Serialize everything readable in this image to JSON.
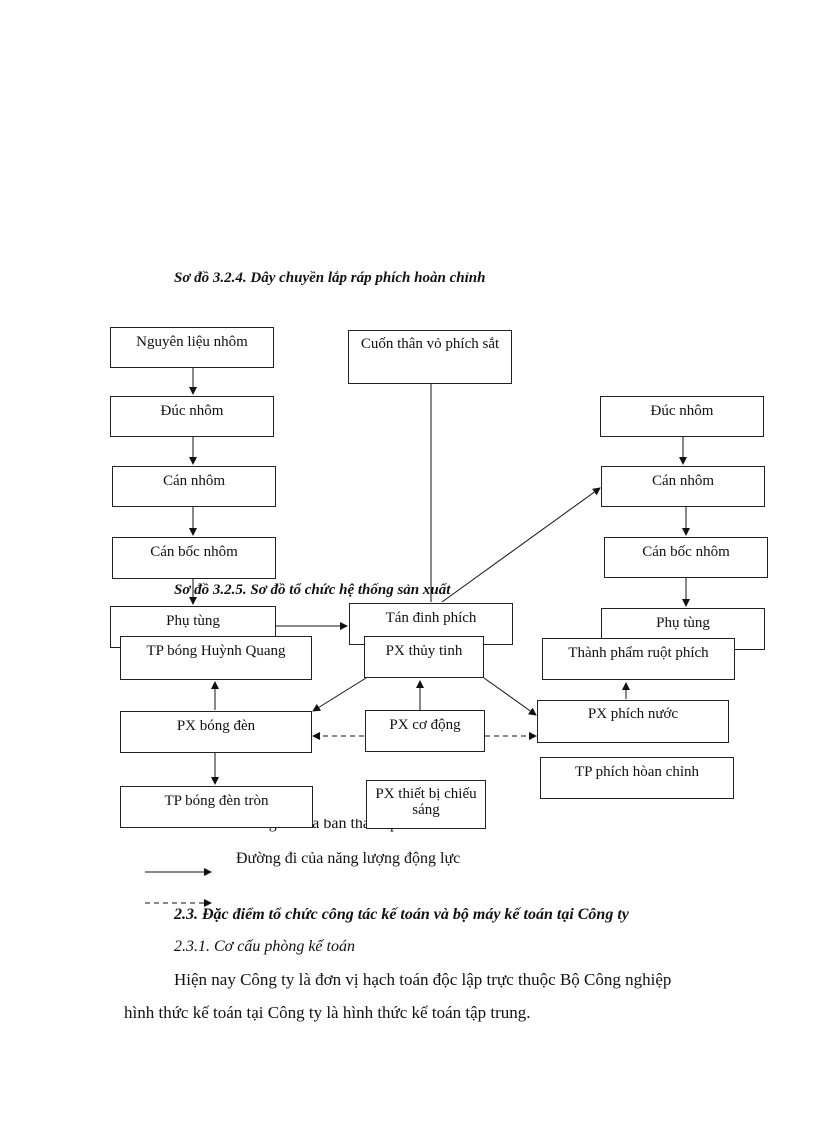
{
  "diagram1": {
    "title": "Sơ đồ 3.2.4. Dây chuyền lắp ráp phích hoàn chỉnh",
    "nodes": {
      "nguyen_lieu_nhom": "Nguyên liệu nhôm",
      "duc_nhom_left": "Đúc nhôm",
      "can_nhom_left": "Cán nhôm",
      "can_boc_nhom_left": "Cán bốc   nhôm",
      "phu_tung_left": "Phụ tùng",
      "cuon_than_vo": "Cuốn thân vỏ phích sắt",
      "tan_dinh_phich": "Tán đinh phích",
      "duc_nhom_right": "Đúc nhôm",
      "can_nhom_right": "Cán nhôm",
      "can_boc_nhom_right": "Cán bốc   nhôm",
      "phu_tung_right": "Phụ tùng"
    }
  },
  "diagram2": {
    "title": "Sơ đồ 3.2.5. Sơ đồ tổ chức hệ thống sản xuất",
    "nodes": {
      "tp_bong_huynh_quang": "TP bóng Huỳnh Quang",
      "px_thuy_tinh": "PX thủy tinh",
      "thanh_pham_ruot_phich": "Thành phẩm ruột phích",
      "px_bong_den": "PX bóng đèn",
      "px_co_dong": "PX cơ động",
      "px_phich_nuoc": "PX phích nước",
      "tp_bong_den_tron": "TP bóng đèn tròn",
      "px_thiet_bi_chieu_sang": "PX thiết bị chiếu sáng",
      "tp_phich_hoan_chinh": "TP phích hòan chỉnh"
    },
    "legend": {
      "semi_finished_path": "Đường đi của bán thành phẩm",
      "energy_path": "Đường đi của năng lượng  động lực"
    }
  },
  "section": {
    "heading": "2.3. Đặc điểm tổ chức công tác kế toán và bộ máy kế toán tại Công ty",
    "subheading": "2.3.1. Cơ cấu phòng kế toán",
    "paragraph_line1": "Hiện nay Công ty là đơn vị hạch toán độc lập trực thuộc Bộ Công nghiệp",
    "paragraph_line2": "hình thức kế toán tại  Công ty là hình thức kế toán tập trung."
  }
}
